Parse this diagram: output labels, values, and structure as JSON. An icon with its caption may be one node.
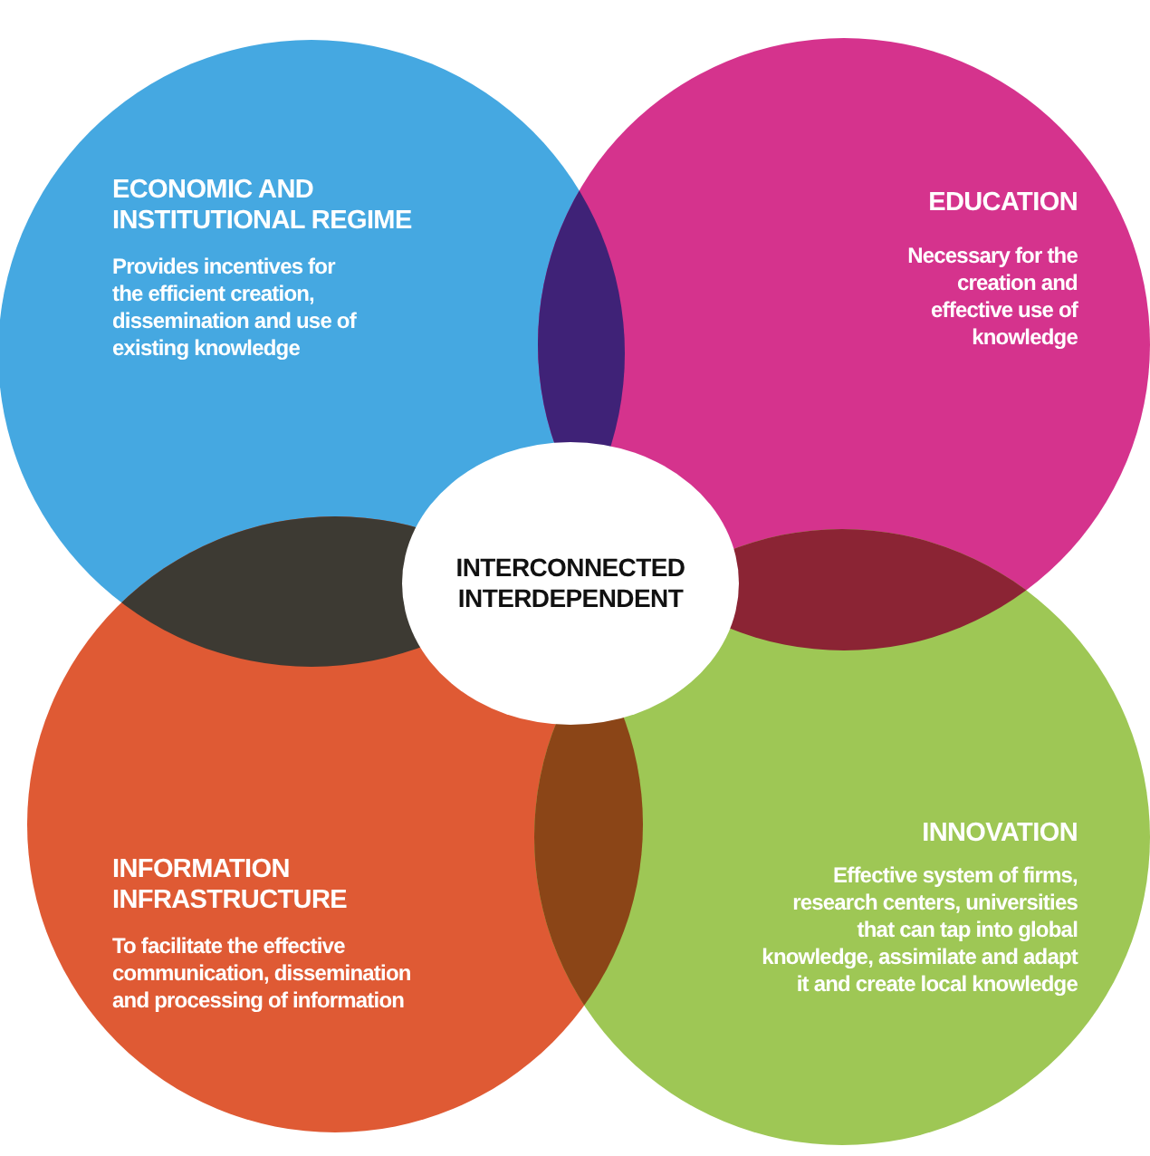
{
  "diagram": {
    "nodes": [
      {
        "text": [
          "ECONOMIC AND INSTITUTIONAL REGIME",
          "Provides incentives for the efficient creation, dissemination and use of existing knowledge"
        ]
      },
      {
        "text": [
          "EDUCATION",
          "Necessary for the creation and effective use of knowledge"
        ]
      },
      {
        "text": [
          "INFORMATION INFRASTRUCTURE",
          "To facilitate the effective communication, dissemination and processing of information"
        ]
      },
      {
        "text": [
          "INNOVATION",
          "Effective system of firms, research centers, universities that can tap into global knowledge, assimilate and adapt it and create local knowledge"
        ]
      },
      {
        "text": [
          "INTERCONNECTED INTERDEPENDENT"
        ]
      }
    ]
  }
}
